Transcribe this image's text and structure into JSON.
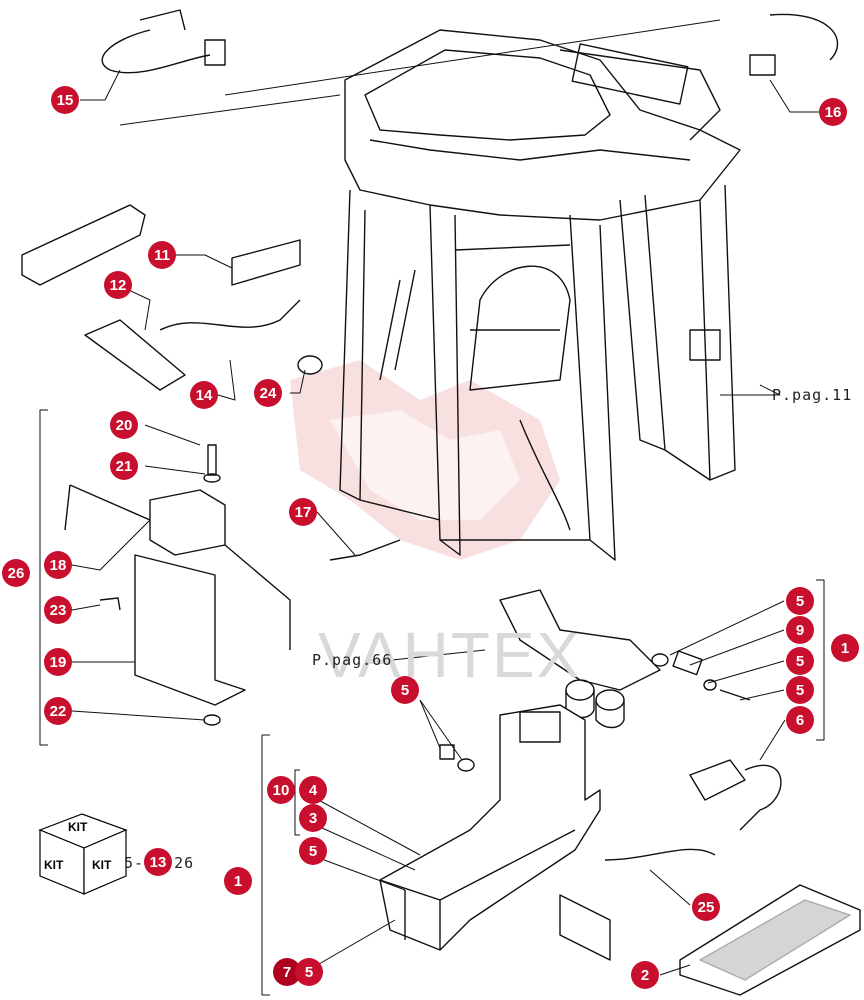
{
  "colors": {
    "callout": "#c8102e",
    "line": "#111111",
    "watermark_logo": "#f4c7c7"
  },
  "watermark_text": "VAHTEX",
  "references": [
    {
      "id": "ref-pag-11",
      "text": "P.pag.11"
    },
    {
      "id": "ref-pag-66",
      "text": "P.pag.66"
    },
    {
      "id": "ref-5-13-26",
      "text": "5-13-26"
    }
  ],
  "kit": {
    "label": "KIT"
  },
  "callouts": [
    {
      "id": "c15",
      "label": "15"
    },
    {
      "id": "c16",
      "label": "16"
    },
    {
      "id": "c11",
      "label": "11"
    },
    {
      "id": "c12",
      "label": "12"
    },
    {
      "id": "c14",
      "label": "14"
    },
    {
      "id": "c24",
      "label": "24"
    },
    {
      "id": "c20",
      "label": "20"
    },
    {
      "id": "c21",
      "label": "21"
    },
    {
      "id": "c17",
      "label": "17"
    },
    {
      "id": "c26",
      "label": "26"
    },
    {
      "id": "c18",
      "label": "18"
    },
    {
      "id": "c23",
      "label": "23"
    },
    {
      "id": "c19",
      "label": "19"
    },
    {
      "id": "c22",
      "label": "22"
    },
    {
      "id": "c5a",
      "label": "5"
    },
    {
      "id": "c9",
      "label": "9"
    },
    {
      "id": "c5b",
      "label": "5"
    },
    {
      "id": "c5c",
      "label": "5"
    },
    {
      "id": "c1a",
      "label": "1"
    },
    {
      "id": "c6",
      "label": "6"
    },
    {
      "id": "c5d",
      "label": "5"
    },
    {
      "id": "c4",
      "label": "4"
    },
    {
      "id": "c10",
      "label": "10"
    },
    {
      "id": "c3",
      "label": "3"
    },
    {
      "id": "c5e",
      "label": "5"
    },
    {
      "id": "c1b",
      "label": "1"
    },
    {
      "id": "c13",
      "label": "13"
    },
    {
      "id": "c25",
      "label": "25"
    },
    {
      "id": "c7",
      "label": "7"
    },
    {
      "id": "c5f",
      "label": "5"
    },
    {
      "id": "c2",
      "label": "2"
    }
  ]
}
